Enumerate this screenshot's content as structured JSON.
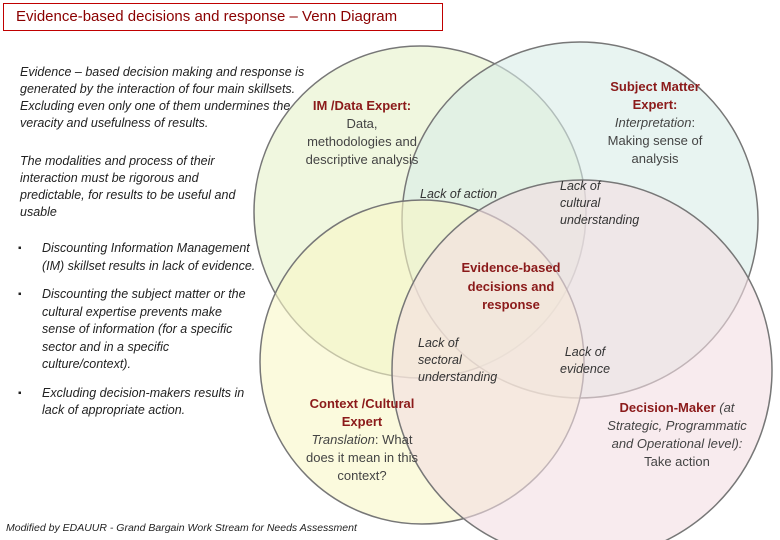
{
  "title": "Evidence-based decisions and response – Venn Diagram",
  "intro": {
    "paragraph1": "Evidence – based decision making and response is generated by the interaction of four main skillsets. Excluding even only one of them undermines the veracity and usefulness of results.",
    "paragraph2": "The modalities and process of their interaction must be rigorous and predictable, for results to be useful and usable",
    "bullets": [
      "Discounting Information Management (IM) skillset results in lack of evidence.",
      "Discounting the subject matter or the cultural expertise prevents make sense of information (for a specific sector and in a specific culture/context).",
      "Excluding decision-makers results in lack of appropriate action."
    ]
  },
  "circles": {
    "im": {
      "heading": "IM /Data Expert:",
      "line1": "Data,",
      "line2": "methodologies and",
      "line3": "descriptive analysis",
      "color": "#e6f2c9"
    },
    "subject": {
      "heading1": "Subject Matter",
      "heading2": "Expert:",
      "italic": "Interpretation",
      "line1": ":",
      "line2": "Making sense of",
      "line3": "analysis",
      "color": "#d8ece8"
    },
    "context": {
      "heading1": "Context /Cultural",
      "heading2": "Expert",
      "italic": "Translation",
      "line1": ": What",
      "line2": "does it mean in this",
      "line3": "context?",
      "color": "#f8f6c6"
    },
    "decision": {
      "heading": "Decision-Maker",
      "italic1": " (at",
      "italic2": "Strategic, Programmatic",
      "italic3": "and Operational level):",
      "line1": "Take action",
      "color": "#f3dde3"
    }
  },
  "overlaps": {
    "lack_action": "Lack of action",
    "lack_cultural": [
      "Lack of",
      "cultural",
      "understanding"
    ],
    "lack_sectoral": [
      "Lack of",
      "sectoral",
      "understanding"
    ],
    "lack_evidence": [
      "Lack of",
      "evidence"
    ]
  },
  "center": [
    "Evidence-based",
    "decisions and",
    "response"
  ],
  "credit": "Modified by EDAUUR - Grand Bargain Work Stream for Needs Assessment"
}
